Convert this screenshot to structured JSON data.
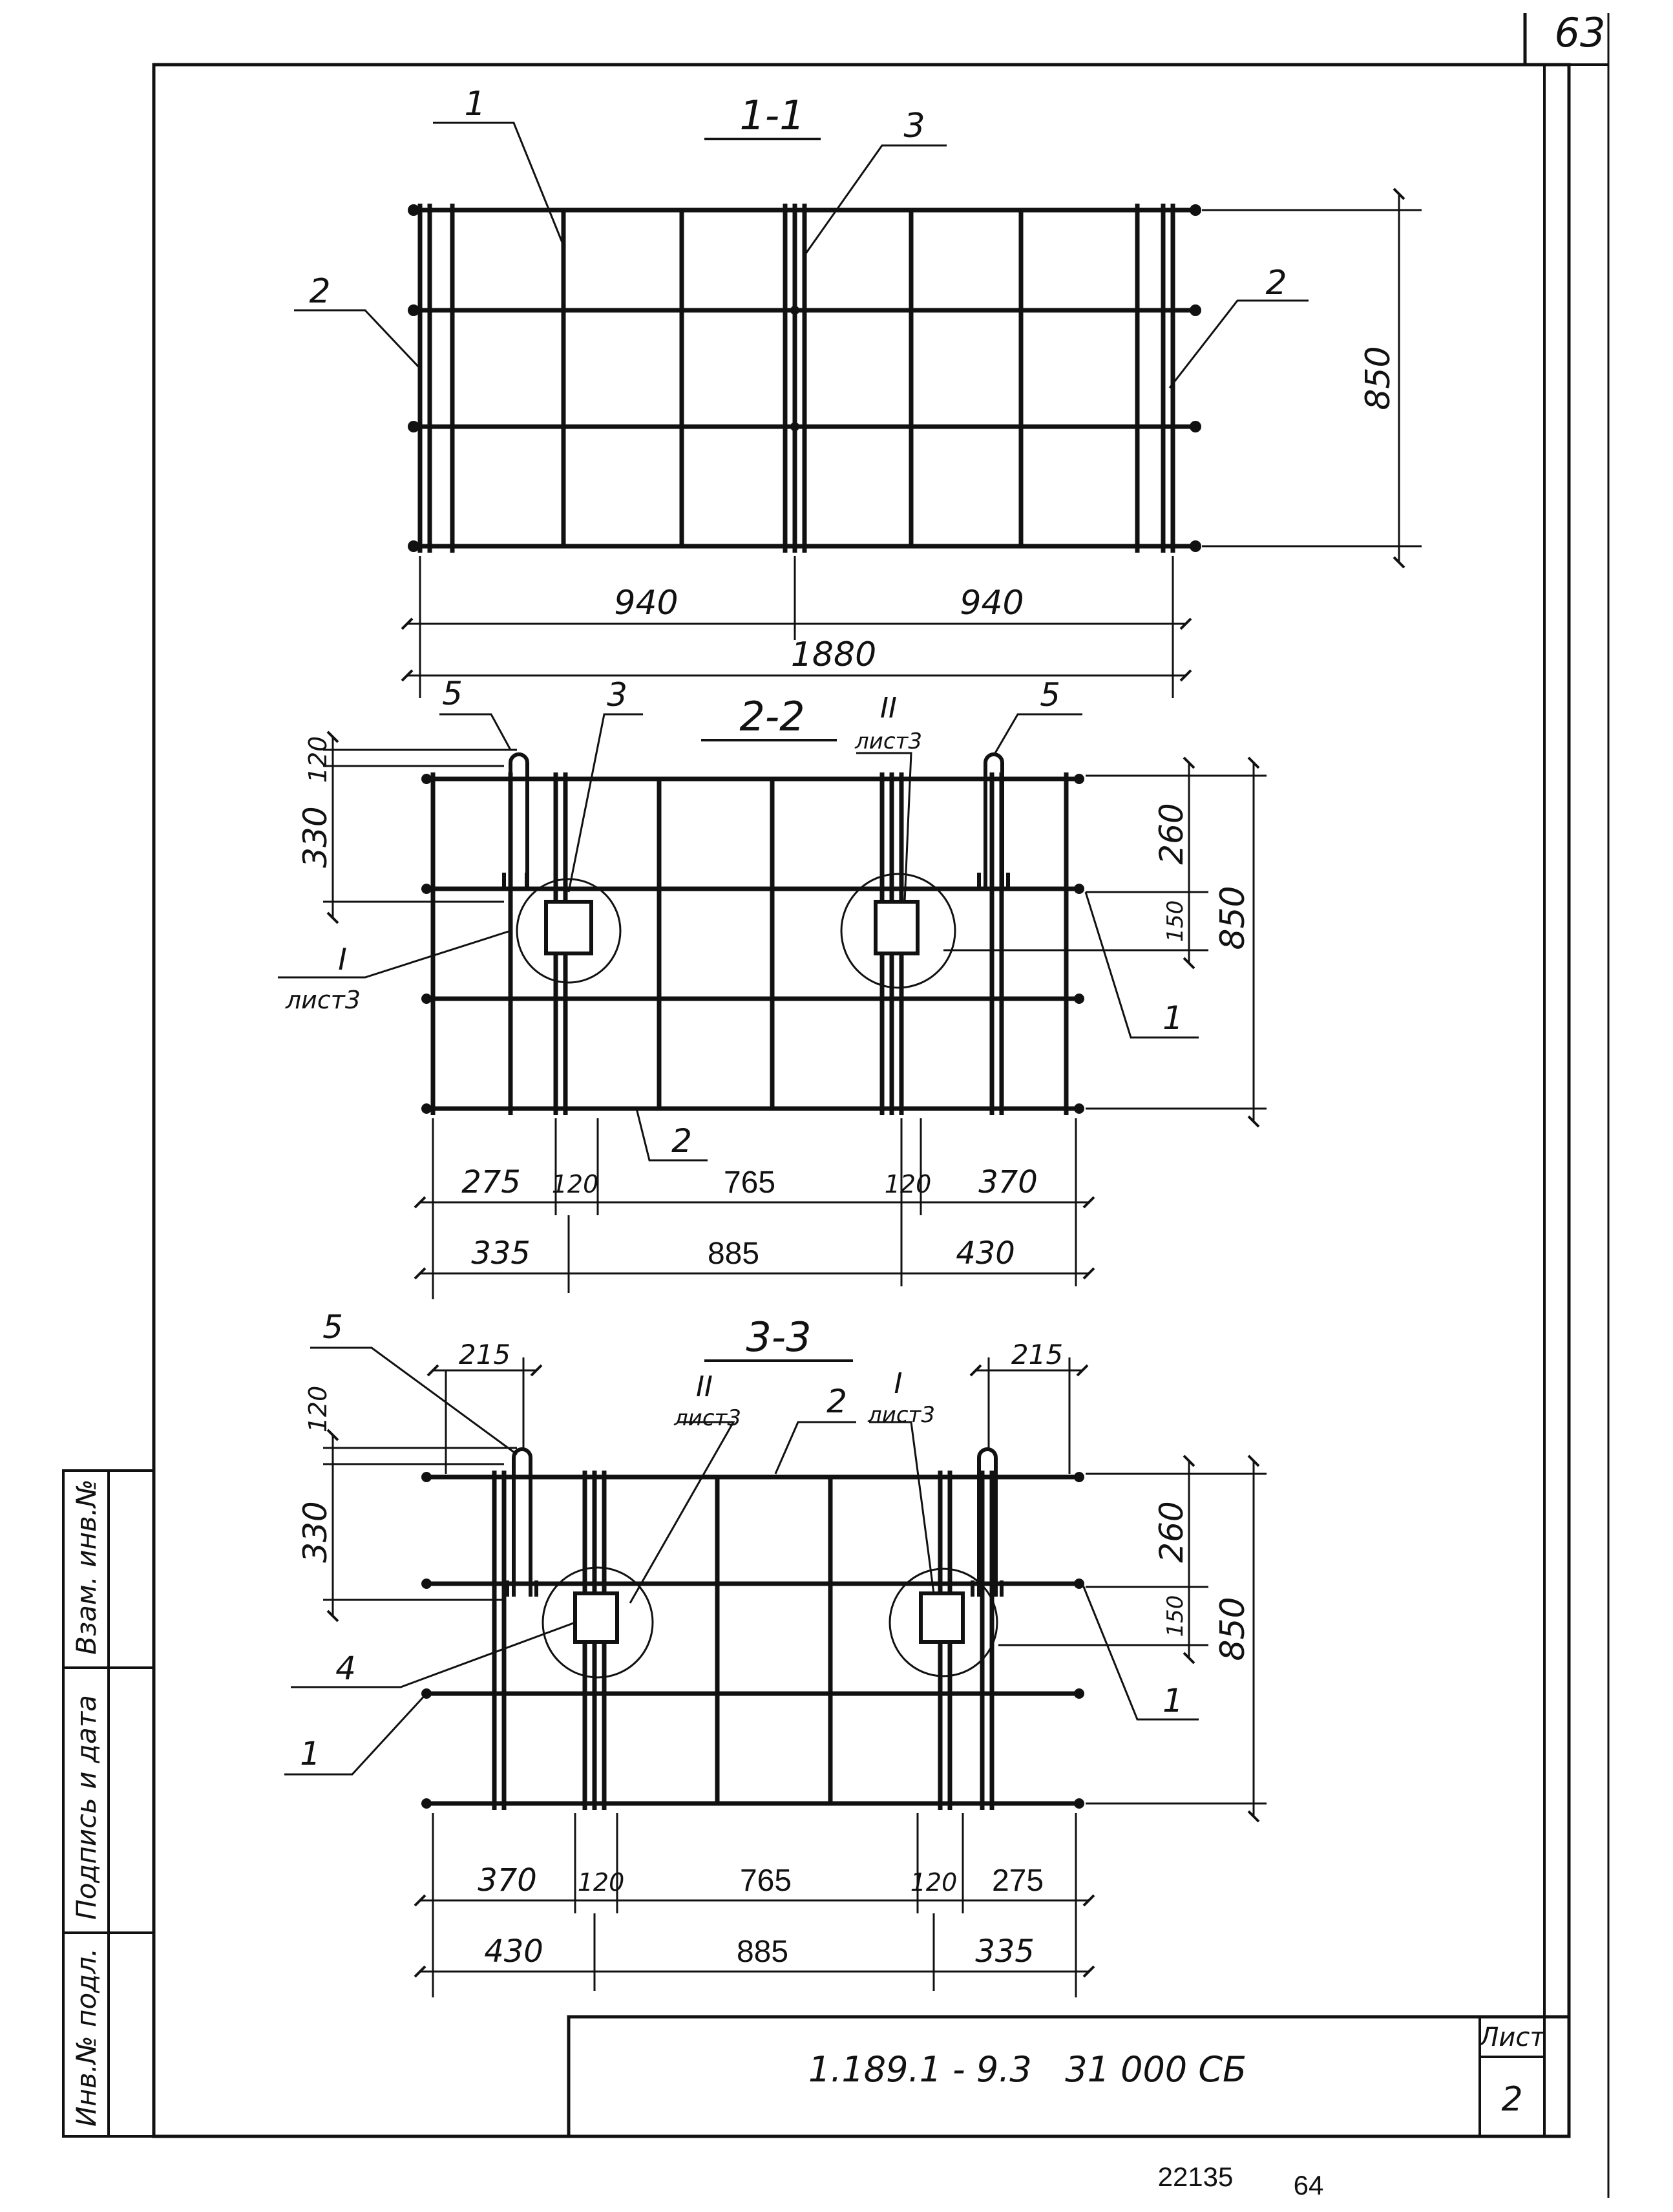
{
  "sheet": {
    "page_number": "63",
    "designation": "1.189.1 - 9.3   31 000 СБ",
    "sheet_label": "Лист",
    "sheet_number": "2",
    "doc_number": "22135",
    "footer_page": "64",
    "side_stamp": {
      "inv_orig": "Инв.№ подл.",
      "sign_date": "Подпись и дата",
      "inv_replace": "Взам. инв.№"
    }
  },
  "section_1": {
    "title": "1-1",
    "callouts": [
      "1",
      "3",
      "2",
      "2"
    ],
    "dims": {
      "height": "850",
      "left": "940",
      "right": "940",
      "total": "1880"
    }
  },
  "section_2": {
    "title": "2-2",
    "callouts": [
      "5",
      "3",
      "5",
      "1",
      "2"
    ],
    "node_refs": [
      {
        "num": "I",
        "sheet": "лист3"
      },
      {
        "num": "II",
        "sheet": "лист3"
      }
    ],
    "dims_left": [
      "120",
      "330"
    ],
    "dims_right": [
      "260",
      "150",
      "850"
    ],
    "dims_row1": [
      "275",
      "120",
      "765",
      "120",
      "370"
    ],
    "dims_row2": [
      "335",
      "885",
      "430"
    ]
  },
  "section_3": {
    "title": "3-3",
    "callouts": [
      "5",
      "2",
      "4",
      "1",
      "1"
    ],
    "node_refs": [
      {
        "num": "II",
        "sheet": "лист3"
      },
      {
        "num": "I",
        "sheet": "лист3"
      }
    ],
    "dims_top": [
      "215",
      "215"
    ],
    "dims_left": [
      "120",
      "330"
    ],
    "dims_right": [
      "260",
      "150",
      "850"
    ],
    "dims_row1": [
      "370",
      "120",
      "765",
      "120",
      "275"
    ],
    "dims_row2": [
      "430",
      "885",
      "335"
    ]
  }
}
